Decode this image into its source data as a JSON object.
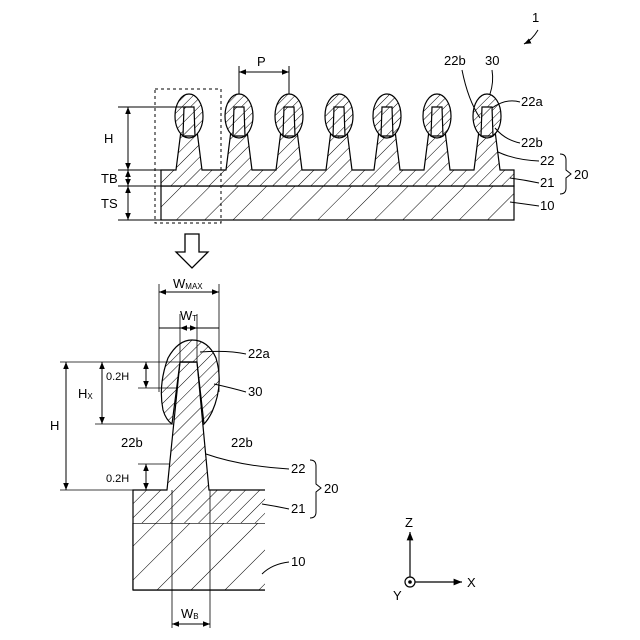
{
  "figure": {
    "figure_number": "1",
    "top_view": {
      "pitch": "P",
      "height": "H",
      "base_thickness": "TB",
      "substrate_thickness": "TS",
      "tip_slope": "22b",
      "coating": "30",
      "tip_end": "22a",
      "side_face": "22b",
      "protrusion": "22",
      "structure": "20",
      "base_layer": "21",
      "substrate": "10"
    },
    "detail_view": {
      "max_width": {
        "main": "W",
        "sub": "MAX"
      },
      "top_width": {
        "main": "W",
        "sub": "T"
      },
      "bottom_width": {
        "main": "W",
        "sub": "B"
      },
      "tip_end": "22a",
      "top_fraction": "0.2H",
      "coated_height": {
        "main": "H",
        "sub": "X"
      },
      "coating": "30",
      "height": "H",
      "side_left": "22b",
      "side_right": "22b",
      "bottom_fraction": "0.2H",
      "protrusion": "22",
      "structure": "20",
      "base_layer": "21",
      "substrate": "10"
    },
    "axes": {
      "z": "Z",
      "x": "X",
      "y": "Y"
    }
  }
}
